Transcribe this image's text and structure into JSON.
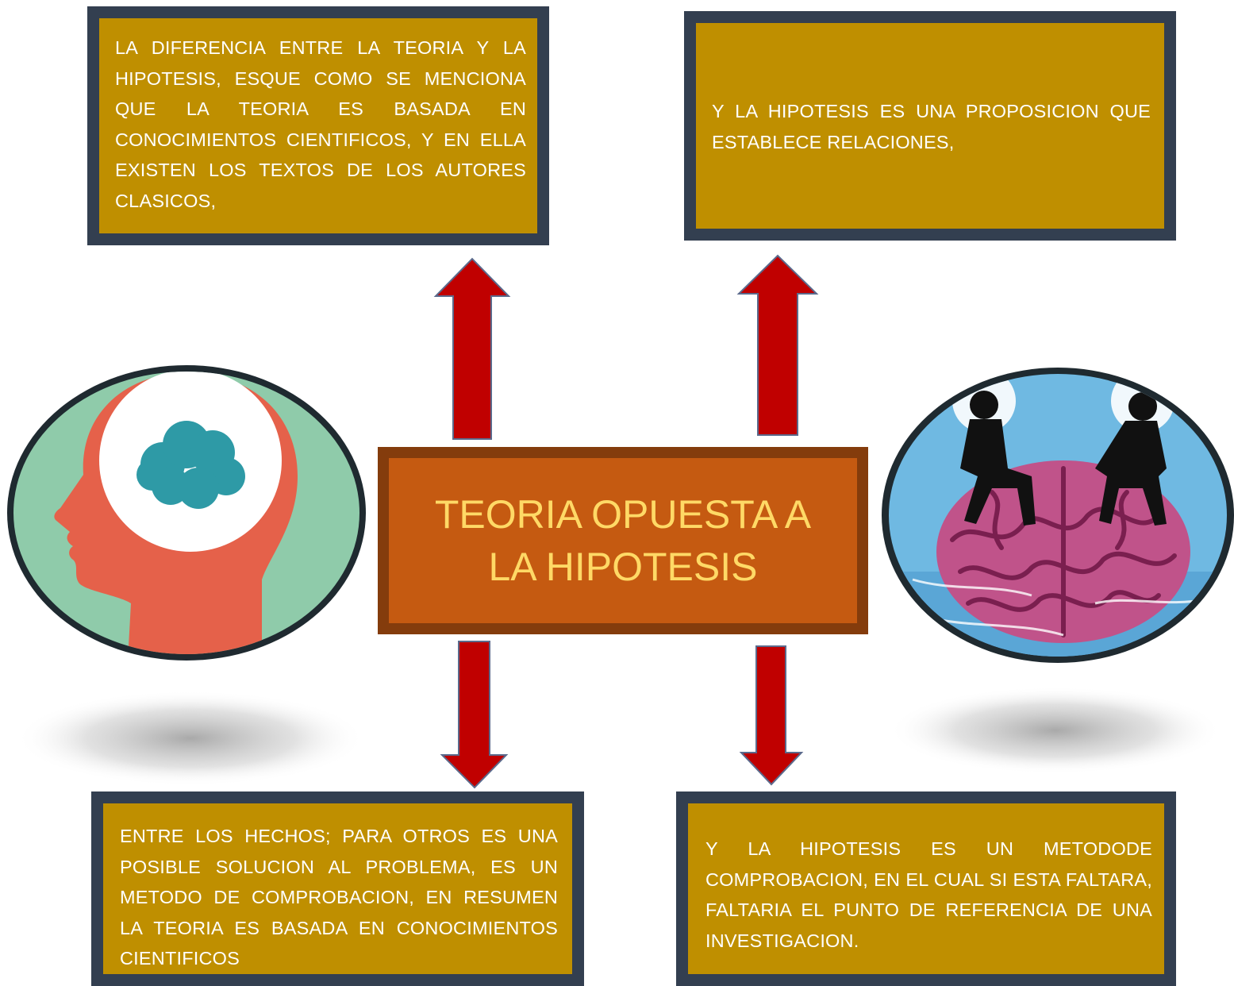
{
  "center": {
    "title_line1": "TEORIA OPUESTA A",
    "title_line2": "LA HIPOTESIS"
  },
  "boxes": {
    "top_left": "LA DIFERENCIA ENTRE LA TEORIA Y LA HIPOTESIS, ESQUE COMO SE MENCIONA QUE LA TEORIA ES BASADA EN CONOCIMIENTOS CIENTIFICOS, Y EN ELLA EXISTEN LOS TEXTOS DE LOS AUTORES CLASICOS,",
    "top_right": "Y LA HIPOTESIS ES UNA PROPOSICION QUE ESTABLECE RELACIONES,",
    "bottom_left": "ENTRE LOS HECHOS; PARA OTROS ES UNA POSIBLE SOLUCION AL PROBLEMA, ES UN METODO DE COMPROBACION, EN RESUMEN LA TEORIA ES BASADA EN CONOCIMIENTOS CIENTIFICOS",
    "bottom_right": "Y LA HIPOTESIS ES UN METODODE COMPROBACION, EN EL CUAL SI ESTA FALTARA, FALTARIA EL PUNTO DE REFERENCIA DE UNA INVESTIGACION."
  },
  "colors": {
    "box_fill": "#bf8f00",
    "box_border": "#333f50",
    "center_fill": "#c55a11",
    "center_border": "#843c0c",
    "center_text": "#ffd966",
    "arrow": "#c00000"
  },
  "icons": {
    "left_image": "head-with-cloud-icon",
    "right_image": "thinkers-on-brain-icon"
  }
}
